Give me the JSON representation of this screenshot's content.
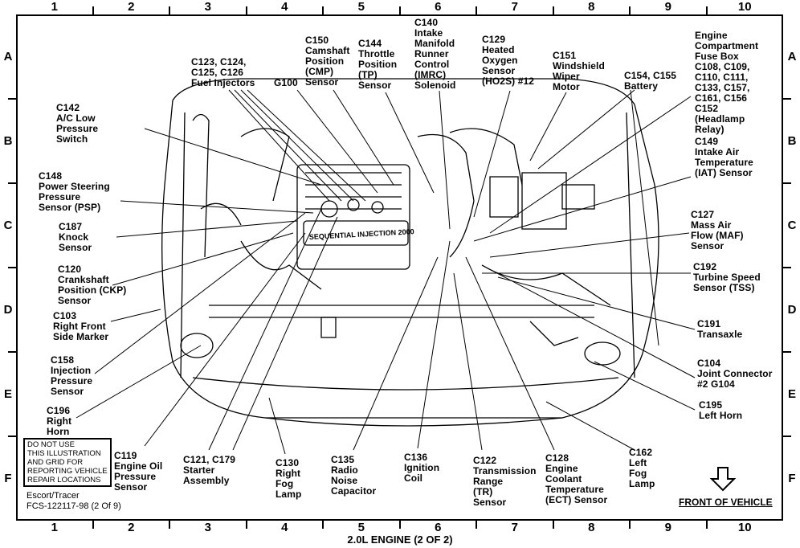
{
  "title": "2.0L ENGINE (2 OF 2)",
  "columns": [
    "1",
    "2",
    "3",
    "4",
    "5",
    "6",
    "7",
    "8",
    "9",
    "10"
  ],
  "rows": [
    "A",
    "B",
    "C",
    "D",
    "E",
    "F"
  ],
  "labels": {
    "c142": "C142\nA/C Low\nPressure\nSwitch",
    "c148": "C148\nPower Steering\nPressure\nSensor (PSP)",
    "c187": "C187\nKnock\nSensor",
    "c120": "C120\nCrankshaft\nPosition (CKP)\nSensor",
    "c103": "C103\nRight Front\nSide Marker",
    "c158": "C158\nInjection\nPressure\nSensor",
    "c196": "C196\nRight\nHorn",
    "c119": "C119\nEngine Oil\nPressure\nSensor",
    "c121": "C121, C179\nStarter\nAssembly",
    "c130": "C130\nRight\nFog\nLamp",
    "c135": "C135\nRadio\nNoise\nCapacitor",
    "c136": "C136\nIgnition\nCoil",
    "c122": "C122\nTransmission\nRange\n(TR)\nSensor",
    "c128": "C128\nEngine\nCoolant\nTemperature\n(ECT) Sensor",
    "c162": "C162\nLeft\nFog\nLamp",
    "c195": "C195\nLeft Horn",
    "c104": "C104\nJoint Connector\n#2 G104",
    "c191": "C191\nTransaxle",
    "c192": "C192\nTurbine Speed\nSensor (TSS)",
    "c127": "C127\nMass Air\nFlow (MAF)\nSensor",
    "c149": "C149\nIntake Air\nTemperature\n(IAT) Sensor",
    "fusebox": "Engine\nCompartment\nFuse Box\nC108, C109,\nC110, C111,\nC133, C157,\nC161, C156\nC152\n(Headlamp\nRelay)",
    "c154": "C154, C155\nBattery",
    "c151": "C151\nWindshield\nWiper\nMotor",
    "c129": "C129\nHeated\nOxygen\nSensor\n(HO2S) #12",
    "c140": "C140\nIntake\nManifold\nRunner\nControl\n(IMRC)\nSolenoid",
    "c144": "C144\nThrottle\nPosition\n(TP)\nSensor",
    "c150": "C150\nCamshaft\nPosition\n(CMP)\nSensor",
    "g100": "G100",
    "c123": "C123, C124,\nC125, C126\nFuel Injectors"
  },
  "note": "DO NOT USE\nTHIS ILLUSTRATION\nAND GRID FOR\nREPORTING VEHICLE\nREPAIR LOCATIONS",
  "vehicle": "Escort/Tracer",
  "figure_id": "FCS-122117-98 (2 Of 9)",
  "front_label": "FRONT OF VEHICLE",
  "engine_text": "SEQUENTIAL INJECTION 2000"
}
